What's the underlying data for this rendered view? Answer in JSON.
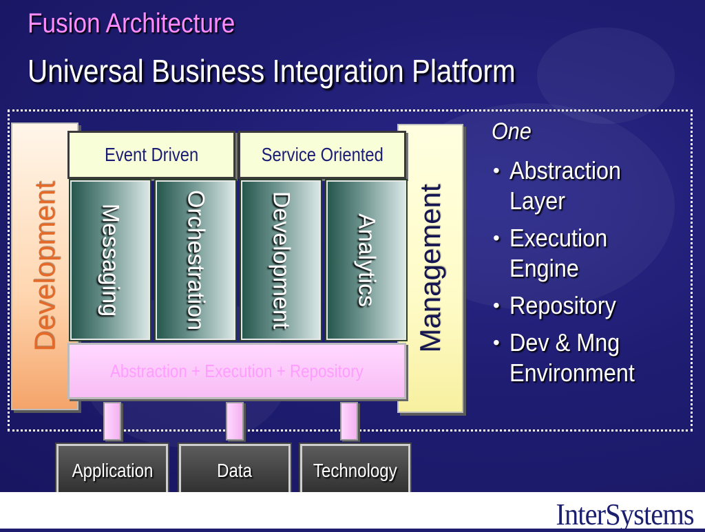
{
  "title": {
    "line1": "Fusion Architecture",
    "line2": "Universal Business Integration Platform"
  },
  "diagram": {
    "left_panel": "Development",
    "right_panel": "Management",
    "top_boxes": [
      "Event Driven",
      "Service Oriented"
    ],
    "columns": [
      "Messaging",
      "Orchestration",
      "Development",
      "Analytics"
    ],
    "base_bar": "Abstraction + Execution + Repository",
    "bottom_boxes": [
      "Application",
      "Data",
      "Technology"
    ]
  },
  "sidebar": {
    "heading": "One",
    "bullets": [
      [
        "Abstraction",
        "Layer"
      ],
      [
        "Execution",
        "Engine"
      ],
      [
        "Repository"
      ],
      [
        "Dev & Mng",
        "Environment"
      ]
    ]
  },
  "logo": "InterSystems",
  "colors": {
    "background": "#1e1c6e",
    "title_accent": "#ff8cff",
    "text": "#ffffff"
  }
}
